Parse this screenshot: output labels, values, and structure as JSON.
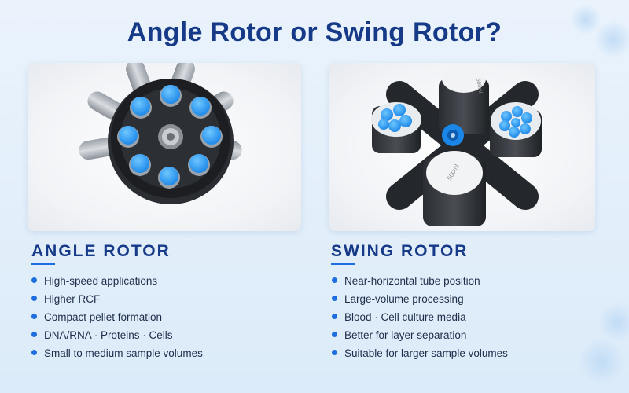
{
  "title": "Angle Rotor or Swing Rotor?",
  "colors": {
    "title": "#163a88",
    "accent": "#1e6ee0",
    "tube_blue": "#2196f3"
  },
  "angle": {
    "image_icon": "fixed-angle-rotor-photo",
    "heading": "ANGLE ROTOR",
    "items": [
      "High-speed applications",
      "Higher RCF",
      "Compact pellet formation",
      "DNA/RNA · Proteins · Cells",
      "Small to medium sample volumes"
    ]
  },
  "swing": {
    "image_icon": "swing-bucket-rotor-photo",
    "heading": "SWING ROTOR",
    "bucket_label": "500ml",
    "items": [
      "Near-horizontal tube position",
      "Large-volume processing",
      "Blood · Cell culture media",
      "Better for layer separation",
      "Suitable for larger sample volumes"
    ]
  }
}
